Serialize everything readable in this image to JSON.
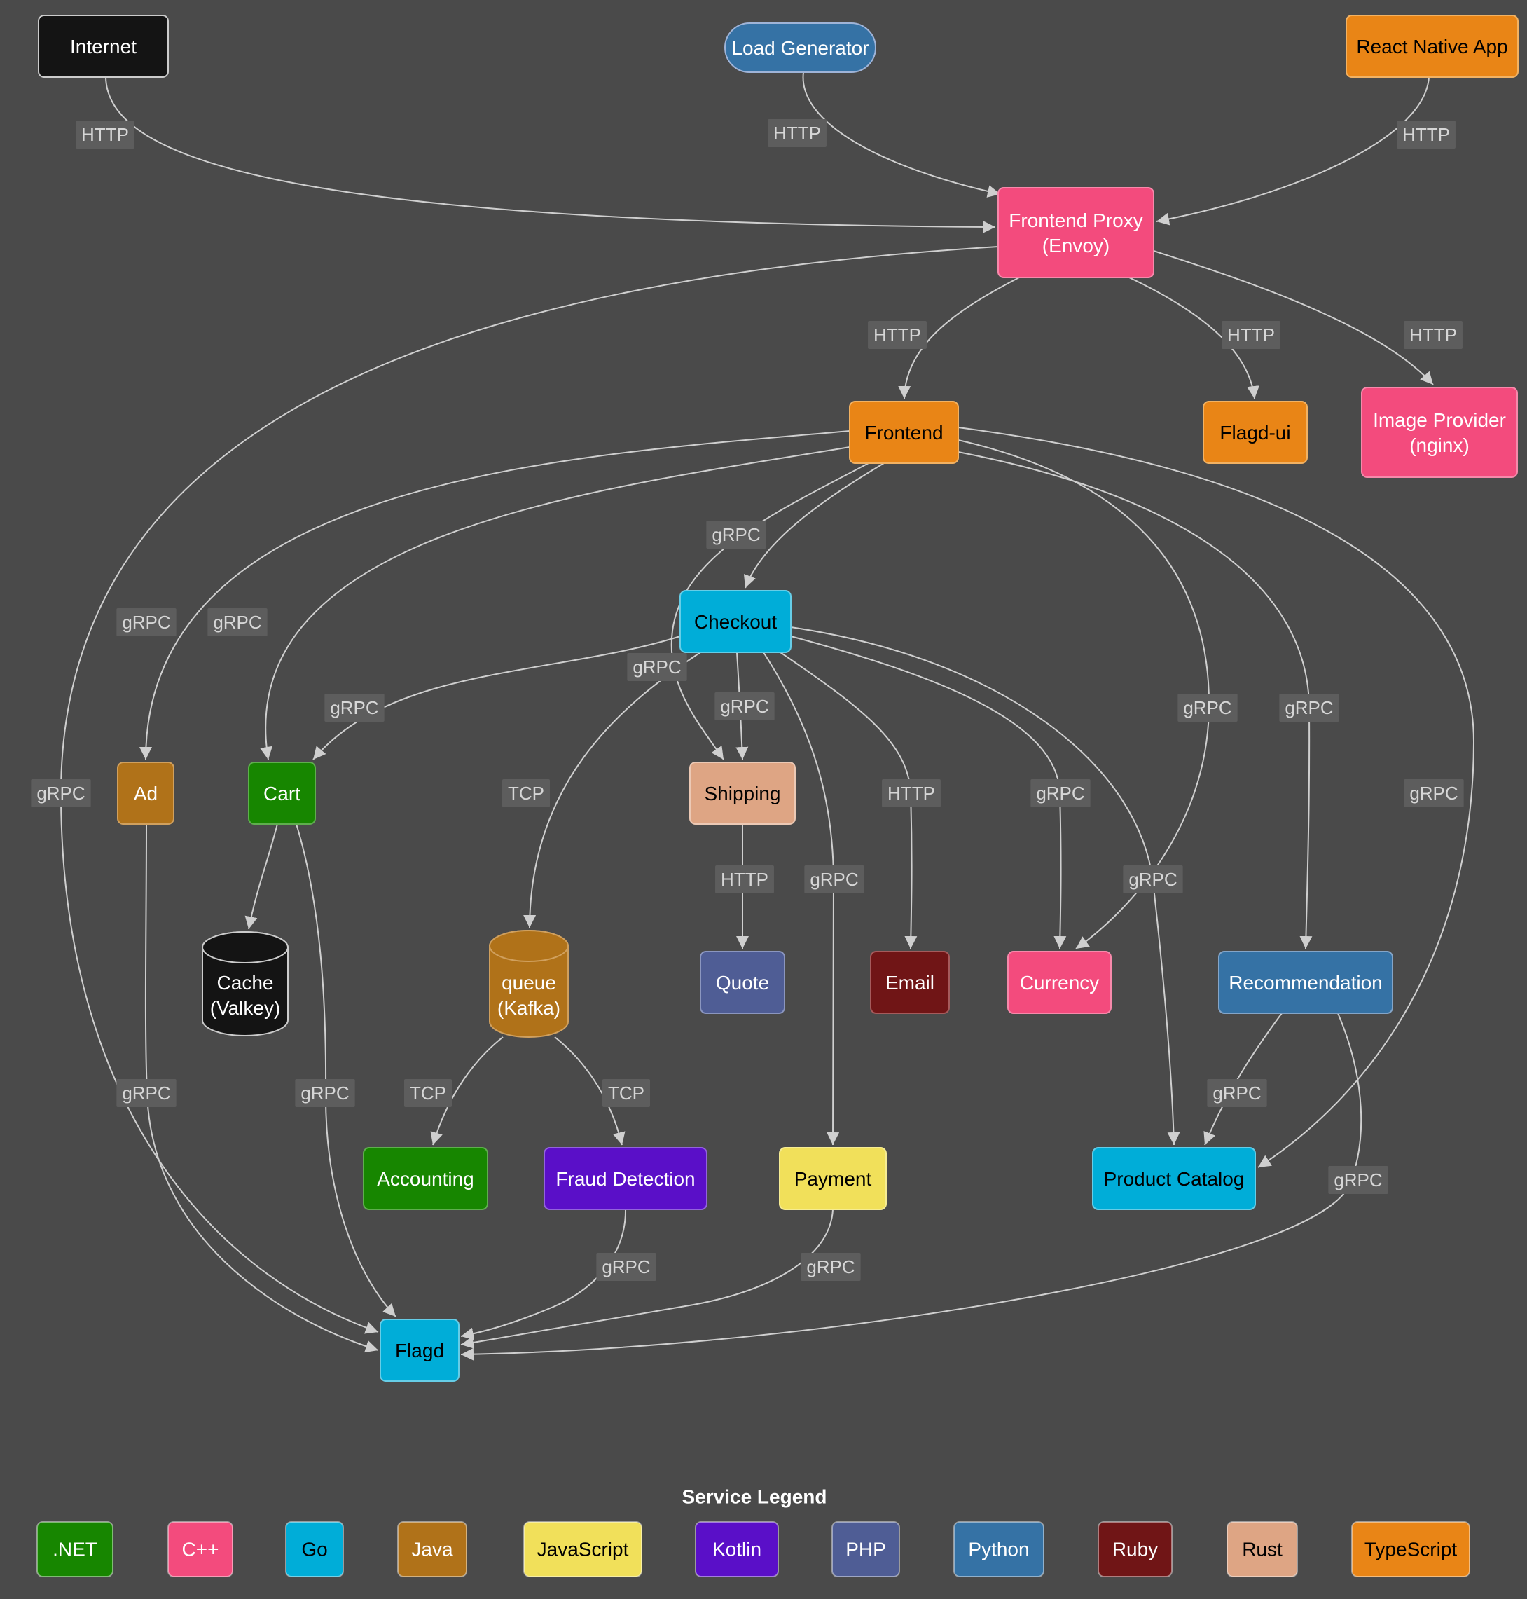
{
  "diagram": {
    "canvas": {
      "background": "#4a4a4a",
      "edge_color": "#cfcfcf",
      "edge_label_color": "#d6d6d6",
      "edge_label_background": "#5d5d5d"
    },
    "nodes": [
      {
        "id": "internet",
        "lines": [
          "Internet"
        ],
        "shape": "rect",
        "fill": "#141414",
        "stroke": "#cccccc",
        "text_color": "#ffffff"
      },
      {
        "id": "load-generator",
        "lines": [
          "Load Generator"
        ],
        "shape": "stadium",
        "fill": "#3572a5",
        "stroke": "#9fb4d8",
        "text_color": "#ffffff"
      },
      {
        "id": "react-native-app",
        "lines": [
          "React Native App"
        ],
        "shape": "rect",
        "fill": "#e98516",
        "stroke": "#f2b263",
        "text_color": "#000000"
      },
      {
        "id": "frontend-proxy",
        "lines": [
          "Frontend Proxy",
          "(Envoy)"
        ],
        "shape": "rect",
        "fill": "#f34b7d",
        "stroke": "#f789ab",
        "text_color": "#ffffff"
      },
      {
        "id": "frontend",
        "lines": [
          "Frontend"
        ],
        "shape": "rect",
        "fill": "#e98516",
        "stroke": "#f2b263",
        "text_color": "#000000"
      },
      {
        "id": "flagd-ui",
        "lines": [
          "Flagd-ui"
        ],
        "shape": "rect",
        "fill": "#e98516",
        "stroke": "#f2b263",
        "text_color": "#000000"
      },
      {
        "id": "image-provider",
        "lines": [
          "Image Provider",
          "(nginx)"
        ],
        "shape": "rect",
        "fill": "#f34b7d",
        "stroke": "#f789ab",
        "text_color": "#ffffff"
      },
      {
        "id": "checkout",
        "lines": [
          "Checkout"
        ],
        "shape": "rect",
        "fill": "#00add8",
        "stroke": "#66cde7",
        "text_color": "#000000"
      },
      {
        "id": "ad",
        "lines": [
          "Ad"
        ],
        "shape": "rect",
        "fill": "#b07219",
        "stroke": "#d0a05e",
        "text_color": "#ffffff"
      },
      {
        "id": "cart",
        "lines": [
          "Cart"
        ],
        "shape": "rect",
        "fill": "#178600",
        "stroke": "#5fae4e",
        "text_color": "#ffffff"
      },
      {
        "id": "shipping",
        "lines": [
          "Shipping"
        ],
        "shape": "rect",
        "fill": "#dea584",
        "stroke": "#ecc9b5",
        "text_color": "#000000"
      },
      {
        "id": "cache",
        "lines": [
          "Cache",
          "(Valkey)"
        ],
        "shape": "cylinder",
        "fill": "#141414",
        "stroke": "#cccccc",
        "text_color": "#ffffff"
      },
      {
        "id": "queue",
        "lines": [
          "queue",
          "(Kafka)"
        ],
        "shape": "cylinder",
        "fill": "#b07219",
        "stroke": "#d0a05e",
        "text_color": "#ffffff"
      },
      {
        "id": "quote",
        "lines": [
          "Quote"
        ],
        "shape": "rect",
        "fill": "#4f5d95",
        "stroke": "#8b96bf",
        "text_color": "#ffffff"
      },
      {
        "id": "email",
        "lines": [
          "Email"
        ],
        "shape": "rect",
        "fill": "#701516",
        "stroke": "#a55b5c",
        "text_color": "#ffffff"
      },
      {
        "id": "currency",
        "lines": [
          "Currency"
        ],
        "shape": "rect",
        "fill": "#f34b7d",
        "stroke": "#f789ab",
        "text_color": "#ffffff"
      },
      {
        "id": "recommendation",
        "lines": [
          "Recommendation"
        ],
        "shape": "rect",
        "fill": "#3572a5",
        "stroke": "#84a5c8",
        "text_color": "#ffffff"
      },
      {
        "id": "accounting",
        "lines": [
          "Accounting"
        ],
        "shape": "rect",
        "fill": "#178600",
        "stroke": "#5fae4e",
        "text_color": "#ffffff"
      },
      {
        "id": "fraud-detection",
        "lines": [
          "Fraud Detection"
        ],
        "shape": "rect",
        "fill": "#5a0fc8",
        "stroke": "#9363dc",
        "text_color": "#ffffff"
      },
      {
        "id": "payment",
        "lines": [
          "Payment"
        ],
        "shape": "rect",
        "fill": "#f1e05a",
        "stroke": "#f6ec93",
        "text_color": "#000000"
      },
      {
        "id": "product-catalog",
        "lines": [
          "Product Catalog"
        ],
        "shape": "rect",
        "fill": "#00add8",
        "stroke": "#66cde7",
        "text_color": "#000000"
      },
      {
        "id": "flagd",
        "lines": [
          "Flagd"
        ],
        "shape": "rect",
        "fill": "#00add8",
        "stroke": "#66cde7",
        "text_color": "#000000"
      }
    ],
    "edges": [
      {
        "from": "internet",
        "to": "frontend-proxy",
        "label": "HTTP"
      },
      {
        "from": "load-generator",
        "to": "frontend-proxy",
        "label": "HTTP"
      },
      {
        "from": "react-native-app",
        "to": "frontend-proxy",
        "label": "HTTP"
      },
      {
        "from": "frontend-proxy",
        "to": "frontend",
        "label": "HTTP"
      },
      {
        "from": "frontend-proxy",
        "to": "flagd-ui",
        "label": "HTTP"
      },
      {
        "from": "frontend-proxy",
        "to": "image-provider",
        "label": "HTTP"
      },
      {
        "from": "frontend-proxy",
        "to": "flagd",
        "label": "gRPC"
      },
      {
        "from": "frontend",
        "to": "ad",
        "label": "gRPC"
      },
      {
        "from": "frontend",
        "to": "cart",
        "label": "gRPC"
      },
      {
        "from": "frontend",
        "to": "checkout",
        "label": "gRPC"
      },
      {
        "from": "frontend",
        "to": "currency",
        "label": "gRPC"
      },
      {
        "from": "frontend",
        "to": "product-catalog",
        "label": "gRPC"
      },
      {
        "from": "frontend",
        "to": "recommendation",
        "label": "gRPC"
      },
      {
        "from": "frontend",
        "to": "shipping",
        "label": "gRPC"
      },
      {
        "from": "checkout",
        "to": "cart",
        "label": "gRPC"
      },
      {
        "from": "checkout",
        "to": "queue",
        "label": "TCP"
      },
      {
        "from": "checkout",
        "to": "currency",
        "label": "gRPC"
      },
      {
        "from": "checkout",
        "to": "email",
        "label": "HTTP"
      },
      {
        "from": "checkout",
        "to": "payment",
        "label": "gRPC"
      },
      {
        "from": "checkout",
        "to": "product-catalog",
        "label": "gRPC"
      },
      {
        "from": "checkout",
        "to": "shipping",
        "label": "gRPC"
      },
      {
        "from": "cart",
        "to": "cache",
        "label": ""
      },
      {
        "from": "cart",
        "to": "flagd",
        "label": "gRPC"
      },
      {
        "from": "ad",
        "to": "flagd",
        "label": "gRPC"
      },
      {
        "from": "fraud-detection",
        "to": "flagd",
        "label": "gRPC"
      },
      {
        "from": "payment",
        "to": "flagd",
        "label": "gRPC"
      },
      {
        "from": "queue",
        "to": "accounting",
        "label": "TCP"
      },
      {
        "from": "queue",
        "to": "fraud-detection",
        "label": "TCP"
      },
      {
        "from": "recommendation",
        "to": "product-catalog",
        "label": "gRPC"
      },
      {
        "from": "recommendation",
        "to": "flagd",
        "label": "gRPC"
      },
      {
        "from": "shipping",
        "to": "quote",
        "label": "HTTP"
      }
    ]
  },
  "legend": {
    "title": "Service Legend",
    "items": [
      {
        "label": ".NET",
        "fill": "#178600",
        "text_color": "#ffffff"
      },
      {
        "label": "C++",
        "fill": "#f34b7d",
        "text_color": "#ffffff"
      },
      {
        "label": "Go",
        "fill": "#00add8",
        "text_color": "#000000"
      },
      {
        "label": "Java",
        "fill": "#b07219",
        "text_color": "#ffffff"
      },
      {
        "label": "JavaScript",
        "fill": "#f1e05a",
        "text_color": "#000000"
      },
      {
        "label": "Kotlin",
        "fill": "#5a0fc8",
        "text_color": "#ffffff"
      },
      {
        "label": "PHP",
        "fill": "#4f5d95",
        "text_color": "#ffffff"
      },
      {
        "label": "Python",
        "fill": "#3572a5",
        "text_color": "#ffffff"
      },
      {
        "label": "Ruby",
        "fill": "#701516",
        "text_color": "#ffffff"
      },
      {
        "label": "Rust",
        "fill": "#dea584",
        "text_color": "#000000"
      },
      {
        "label": "TypeScript",
        "fill": "#e98516",
        "text_color": "#000000"
      }
    ]
  }
}
